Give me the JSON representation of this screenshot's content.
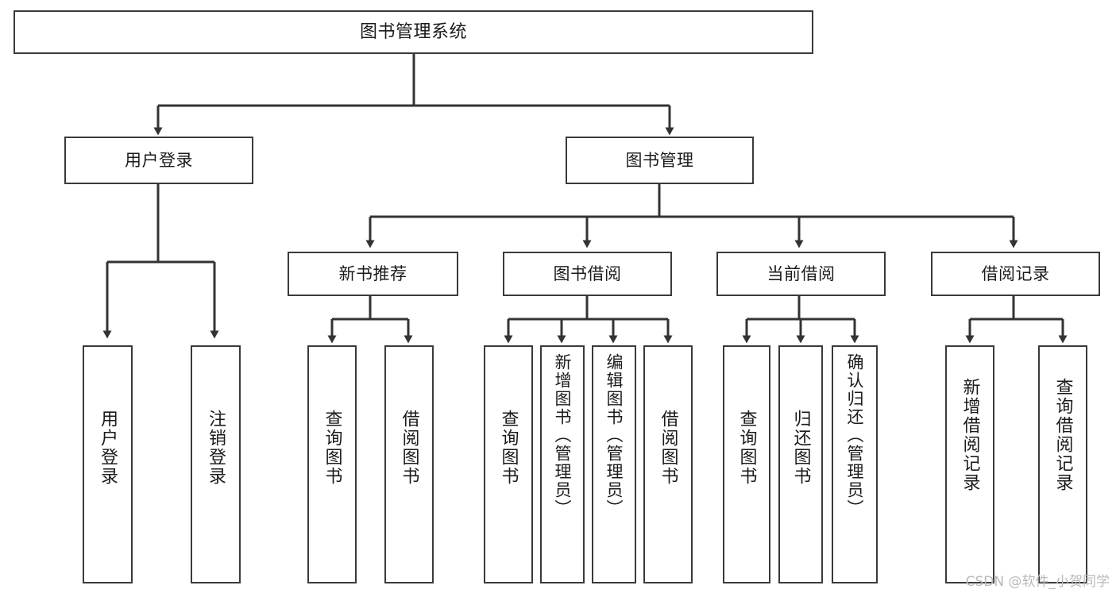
{
  "diagram": {
    "title": "图书管理系统",
    "type": "tree",
    "orientation": "top-down",
    "colors": {
      "box_border": "#3a3a3a",
      "box_fill": "#ffffff",
      "connector": "#333333",
      "text": "#1b1b1b",
      "watermark": "#b9b9b9",
      "background": "#ffffff"
    },
    "nodes": {
      "root": {
        "label": "图书管理系统"
      },
      "level1": [
        {
          "label": "用户登录"
        },
        {
          "label": "图书管理"
        }
      ],
      "level2": [
        {
          "label": "新书推荐"
        },
        {
          "label": "图书借阅"
        },
        {
          "label": "当前借阅"
        },
        {
          "label": "借阅记录"
        }
      ],
      "leaves_user_login": [
        {
          "label": "用户登录"
        },
        {
          "label": "注销登录"
        }
      ],
      "leaves_new_books": [
        {
          "label": "查询图书"
        },
        {
          "label": "借阅图书"
        }
      ],
      "leaves_borrow": [
        {
          "label": "查询图书"
        },
        {
          "label": "新增图书（管理员）"
        },
        {
          "label": "编辑图书（管理员）"
        },
        {
          "label": "借阅图书"
        }
      ],
      "leaves_current": [
        {
          "label": "查询图书"
        },
        {
          "label": "归还图书"
        },
        {
          "label": "确认归还（管理员）"
        }
      ],
      "leaves_records": [
        {
          "label": "新增借阅记录"
        },
        {
          "label": "查询借阅记录"
        }
      ]
    }
  },
  "watermark": {
    "text": "CSDN @软件_小贺同学"
  }
}
